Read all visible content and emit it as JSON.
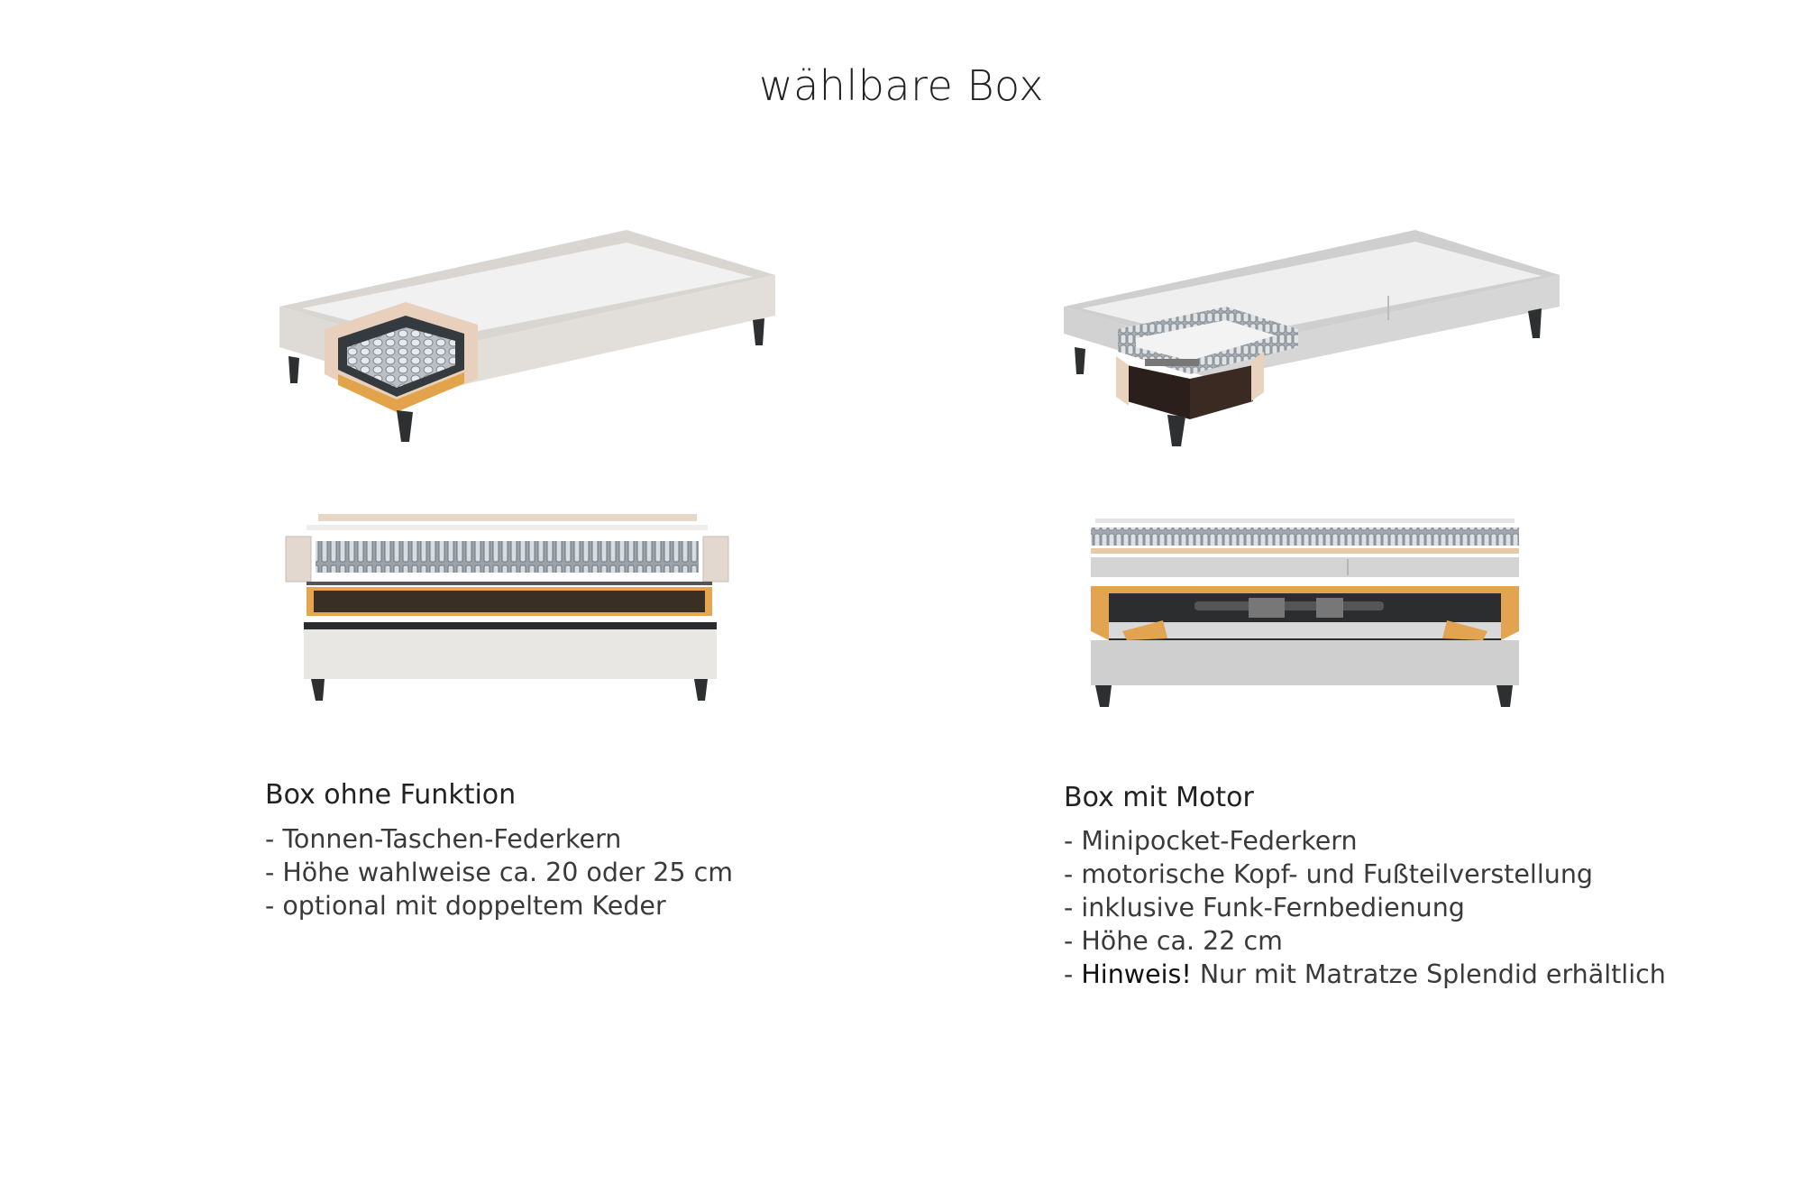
{
  "page_title": "wählbare Box",
  "boxes": [
    {
      "title": "Box ohne Funktion",
      "features": [
        "- Tonnen-Taschen-Federkern",
        "- Höhe wahlweise ca. 20 oder 25 cm",
        "- optional mit doppeltem Keder"
      ]
    },
    {
      "title": "Box mit Motor",
      "features": [
        "- Minipocket-Federkern",
        "- motorische Kopf- und Fußteilverstellung",
        "- inklusive Funk-Fernbedienung",
        "- Höhe ca. 22 cm"
      ],
      "note_prefix": "- ",
      "note_label": "Hinweis!",
      "note_text": " Nur mit Matratze Splendid erhältlich"
    }
  ]
}
